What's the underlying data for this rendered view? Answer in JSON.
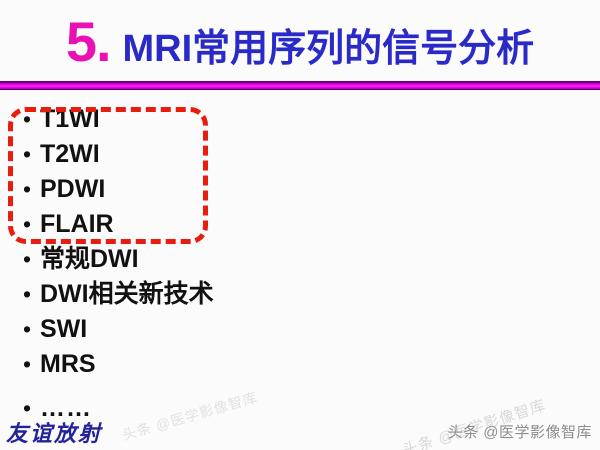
{
  "slide": {
    "background_color": "#fbfbfb",
    "title": {
      "number": "5.",
      "number_color": "#e911b4",
      "main": "MRI常用序列的信号分析",
      "main_color": "#2a2ac8"
    },
    "divider": {
      "color": "#ff22ff",
      "edge_color": "#5b0070"
    },
    "bullets": [
      {
        "marker": "•",
        "label": "T1WI",
        "highlighted": true
      },
      {
        "marker": "•",
        "label": "T2WI",
        "highlighted": true
      },
      {
        "marker": "•",
        "label": "PDWI",
        "highlighted": true
      },
      {
        "marker": "•",
        "label": "FLAIR",
        "highlighted": true
      },
      {
        "marker": "•",
        "label": "常规DWI",
        "highlighted": false
      },
      {
        "marker": "•",
        "label": "DWI相关新技术",
        "highlighted": false
      },
      {
        "marker": "•",
        "label": "SWI",
        "highlighted": false
      },
      {
        "marker": "•",
        "label": "MRS",
        "highlighted": false
      },
      {
        "marker": "•",
        "label": "……",
        "highlighted": false
      }
    ],
    "highlight_box": {
      "color": "#e81d0e",
      "style": "dashed-rounded-rectangle"
    },
    "brand_mark": "友谊放射",
    "corner_watermark": "头条 @医学影像智库",
    "ghost_watermark": "头条 @医学影像智库"
  }
}
